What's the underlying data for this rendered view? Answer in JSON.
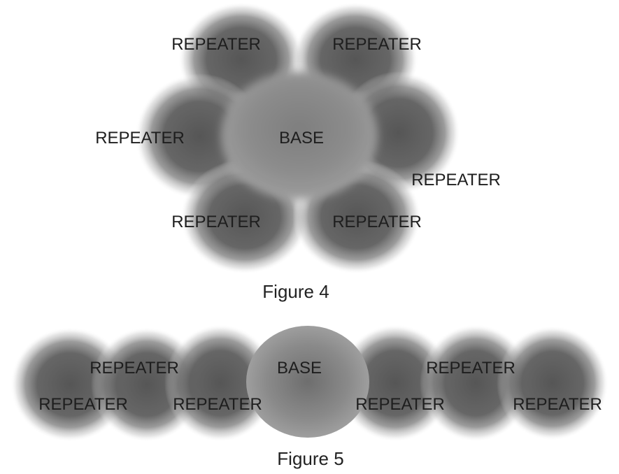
{
  "colors": {
    "background": "#ffffff",
    "repeater_core": "#5a5a5a",
    "base_fill": "#8a8a8a",
    "text": "#1e1e1e"
  },
  "figure4": {
    "caption": "Figure 4",
    "base_label": "BASE",
    "repeater_labels": [
      "REPEATER",
      "REPEATER",
      "REPEATER",
      "REPEATER",
      "REPEATER",
      "REPEATER"
    ]
  },
  "figure5": {
    "caption": "Figure 5",
    "base_label": "BASE",
    "repeater_labels": [
      "REPEATER",
      "REPEATER",
      "REPEATER",
      "REPEATER",
      "REPEATER",
      "REPEATER"
    ]
  }
}
